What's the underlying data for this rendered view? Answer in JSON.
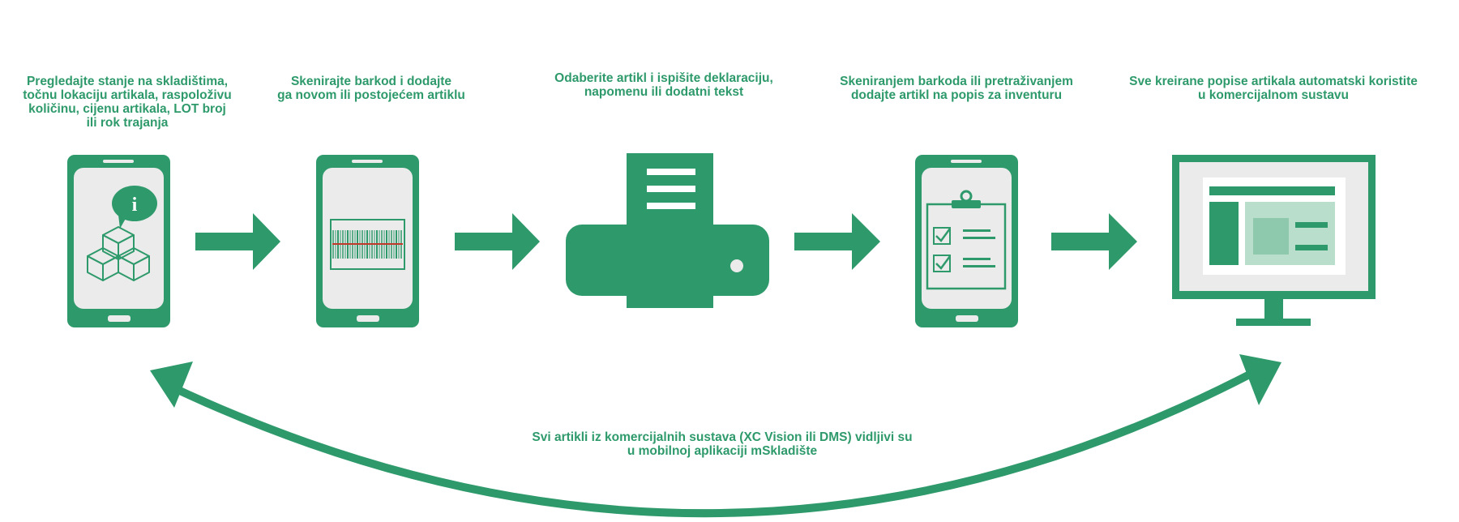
{
  "steps": [
    {
      "icon": "phone-inventory-info-icon",
      "caption": [
        "Pregledajte stanje na skladištima,",
        "točnu lokaciju artikala, raspoloživu",
        "količinu, cijenu artikala, LOT broj",
        "ili rok trajanja"
      ]
    },
    {
      "icon": "phone-barcode-scan-icon",
      "caption": [
        "Skenirajte barkod i dodajte",
        "ga novom ili postojećem artiklu"
      ]
    },
    {
      "icon": "printer-icon",
      "caption": [
        "Odaberite artikl i ispišite deklaraciju,",
        "napomenu ili dodatni tekst"
      ]
    },
    {
      "icon": "phone-checklist-icon",
      "caption": [
        "Skeniranjem barkoda ili pretraživanjem",
        "dodajte artikl na popis za inventuru"
      ]
    },
    {
      "icon": "monitor-icon",
      "caption": [
        "Sve kreirane popise artikala automatski koristite",
        "u komercijalnom sustavu"
      ]
    }
  ],
  "sync": {
    "caption": [
      "Svi artikli iz komercijalnih sustava (XC Vision ili DMS) vidljivi su",
      "u mobilnoj aplikaciji mSkladište"
    ]
  },
  "colors": {
    "primary": "#2e9a6b",
    "screen": "#ebebeb",
    "light_green": "#b9dfcc",
    "mid_green": "#8ec9ad"
  }
}
